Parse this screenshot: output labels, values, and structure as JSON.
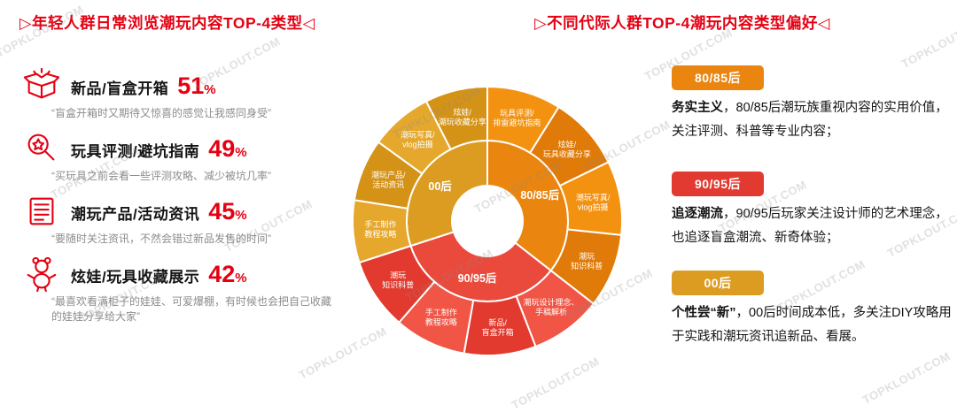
{
  "watermark": "TOPKLOUT.COM",
  "accent_red": "#e50012",
  "left_panel": {
    "title": "▷年轻人群日常浏览潮玩内容TOP-4类型◁",
    "items": [
      {
        "icon": "blind-box-icon",
        "label": "新品/盲盒开箱",
        "value": "51",
        "unit": "%",
        "quote": "“盲盒开箱时又期待又惊喜的感觉让我感同身受”"
      },
      {
        "icon": "magnifier-icon",
        "label": "玩具评测/避坑指南",
        "value": "49",
        "unit": "%",
        "quote": "“买玩具之前会看一些评测攻略、减少被坑几率”"
      },
      {
        "icon": "news-icon",
        "label": "潮玩产品/活动资讯",
        "value": "45",
        "unit": "%",
        "quote": "“要随时关注资讯，不然会错过新品发售的时间”"
      },
      {
        "icon": "doll-icon",
        "label": "炫娃/玩具收藏展示",
        "value": "42",
        "unit": "%",
        "quote": "“最喜欢看满柜子的娃娃、可爱爆棚，有时候也会把自己收藏的娃娃分享给大家”"
      }
    ]
  },
  "right_panel": {
    "title": "▷不同代际人群TOP-4潮玩内容类型偏好◁",
    "cards": [
      {
        "tab": "80/85后",
        "color": "#ea850f",
        "lead": "务实主义",
        "text": "，80/85后潮玩族重视内容的实用价值，关注评测、科普等专业内容；"
      },
      {
        "tab": "90/95后",
        "color": "#e23a30",
        "lead": "追逐潮流",
        "text": "，90/95后玩家关注设计师的艺术理念，也追逐盲盒潮流、新奇体验；"
      },
      {
        "tab": "00后",
        "color": "#dc9c22",
        "lead": "个性尝“新”",
        "text": "，00后时间成本低，多关注DIY攻略用于实践和潮玩资讯追新品、看展。"
      }
    ]
  },
  "chart_data": {
    "type": "sunburst",
    "rings": 2,
    "note": "inner ring = generation groups, outer ring = top-4 content types per group",
    "groups": [
      {
        "name": "80/85后",
        "start_deg": 0,
        "end_deg": 128,
        "color": "#ea850f",
        "segments": [
          {
            "label": [
              "玩具评测/",
              "排雷避坑指南"
            ],
            "color": "#f29210"
          },
          {
            "label": [
              "炫娃/",
              "玩具收藏分享"
            ],
            "color": "#e07a08"
          },
          {
            "label": [
              "潮玩写真/",
              "vlog拍摄"
            ],
            "color": "#f29210"
          },
          {
            "label": [
              "潮玩",
              "知识科普"
            ],
            "color": "#e07a08"
          }
        ]
      },
      {
        "name": "90/95后",
        "start_deg": 128,
        "end_deg": 252,
        "color": "#ea4a3b",
        "segments": [
          {
            "label": [
              "潮玩设计理念、",
              "手稿解析"
            ],
            "color": "#f05545"
          },
          {
            "label": [
              "新品/",
              "盲盒开箱"
            ],
            "color": "#e23a2e"
          },
          {
            "label": [
              "手工制作",
              "教程攻略"
            ],
            "color": "#f05545"
          },
          {
            "label": [
              "潮玩",
              "知识科普"
            ],
            "color": "#e23a2e"
          }
        ]
      },
      {
        "name": "00后",
        "start_deg": 252,
        "end_deg": 360,
        "color": "#dc9c22",
        "segments": [
          {
            "label": [
              "手工制作",
              "教程攻略"
            ],
            "color": "#e5a82d"
          },
          {
            "label": [
              "潮玩产品/",
              "活动资讯"
            ],
            "color": "#d49217"
          },
          {
            "label": [
              "潮玩写真/",
              "vlog拍摄"
            ],
            "color": "#e5a82d"
          },
          {
            "label": [
              "炫娃/",
              "潮玩收藏分享"
            ],
            "color": "#d49217"
          }
        ]
      }
    ]
  }
}
